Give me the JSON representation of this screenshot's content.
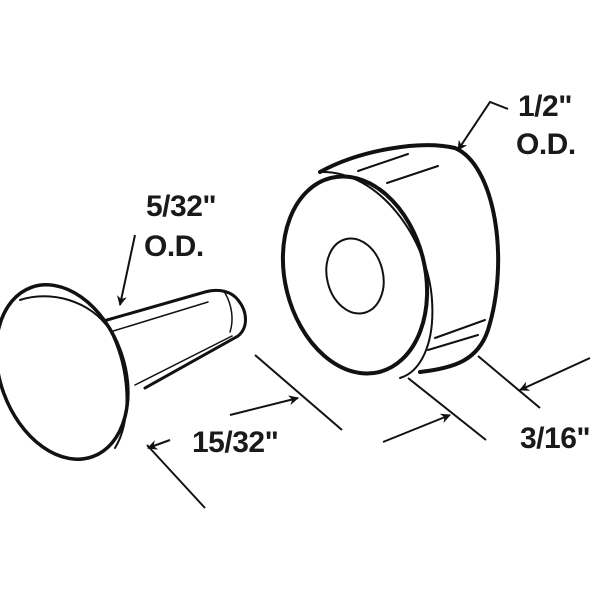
{
  "diagram": {
    "parts": [
      {
        "name": "pin",
        "description": "headed pin / bumper stem"
      },
      {
        "name": "spacer",
        "description": "cylindrical spacer with center hole"
      }
    ],
    "labels": {
      "pin_od": "5/32\"",
      "pin_od_suffix": "O.D.",
      "spacer_od": "1/2\"",
      "spacer_od_suffix": "O.D.",
      "pin_length": "15/32\"",
      "spacer_thickness": "3/16\""
    },
    "colors": {
      "line": "#111111",
      "background": "#ffffff"
    }
  }
}
